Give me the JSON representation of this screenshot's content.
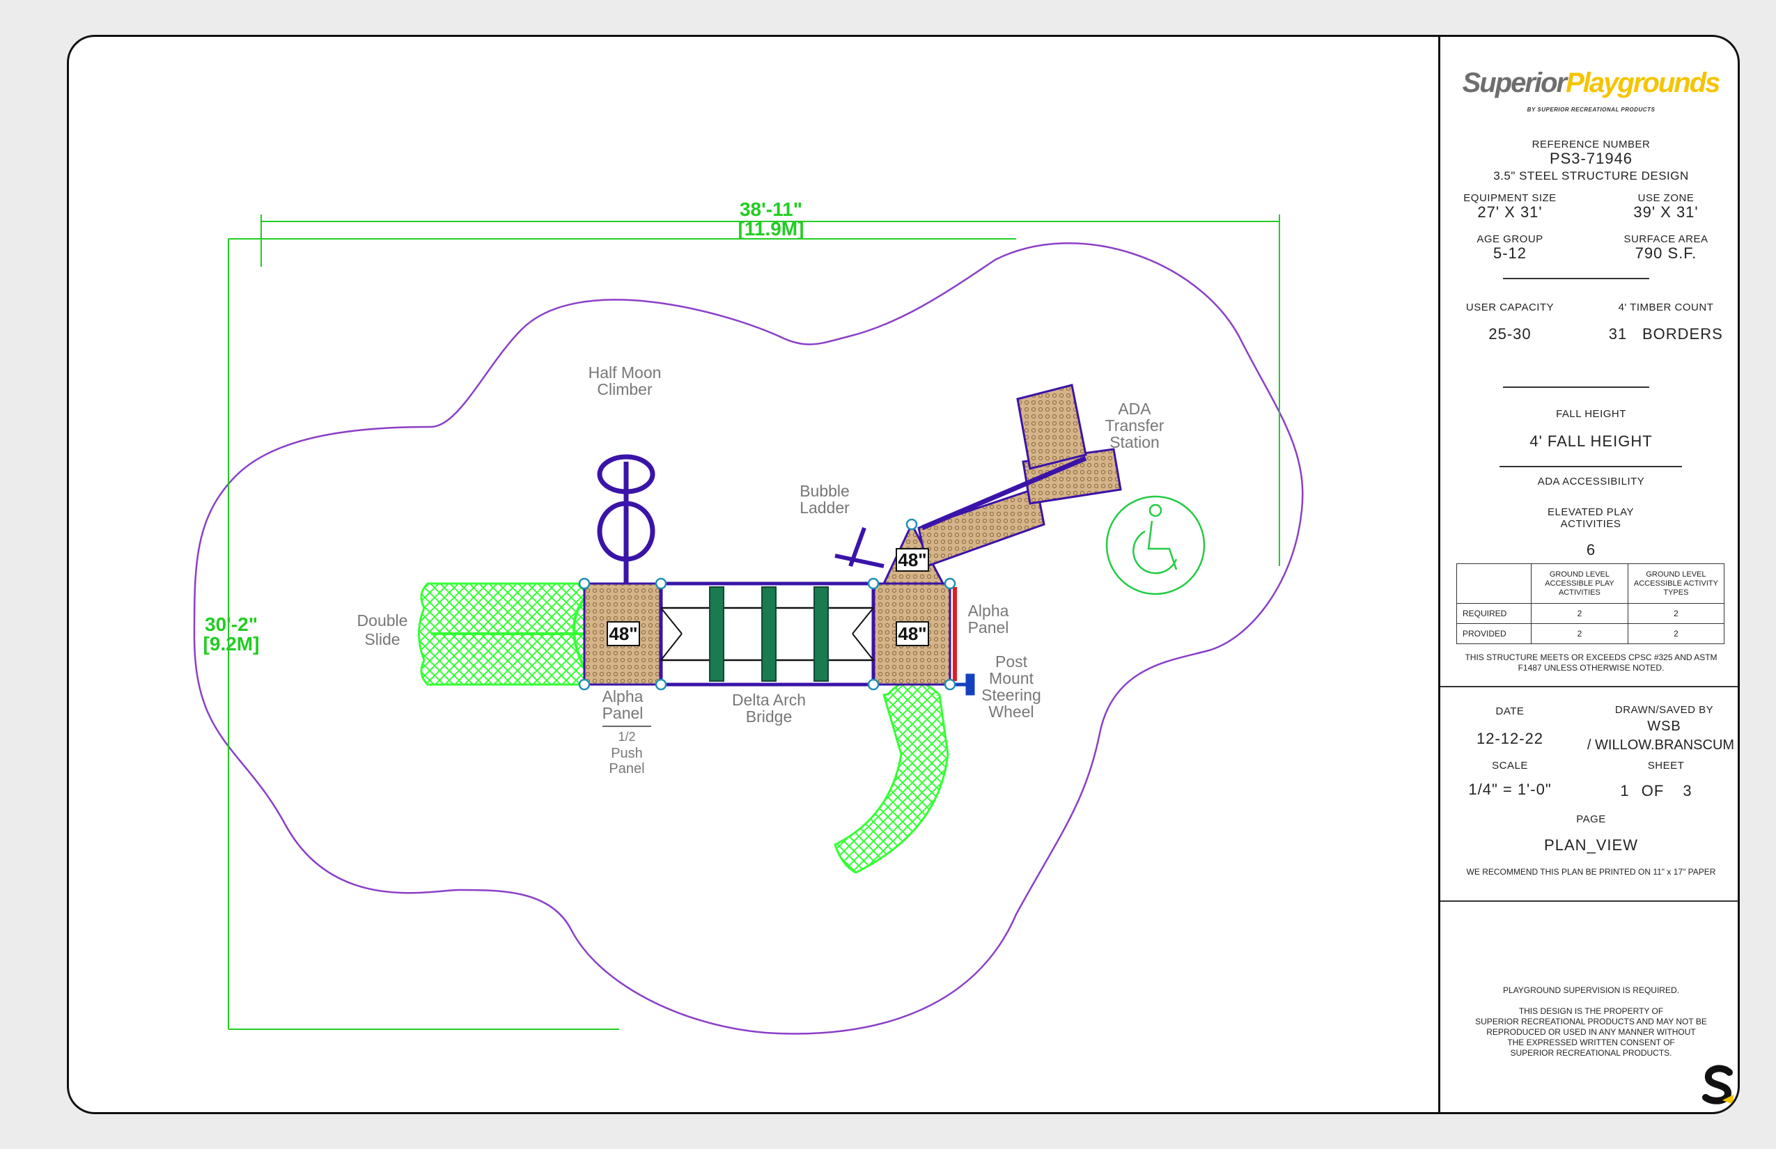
{
  "dimensions": {
    "width_ft": "38'-11\"",
    "width_m": "[11.9M]",
    "height_ft": "30'-2\"",
    "height_m": "[9.2M]"
  },
  "deck_labels": [
    "48\"",
    "48\"",
    "48\""
  ],
  "components": {
    "half_moon_climber": "Half Moon Climber",
    "bubble_ladder": "Bubble Ladder",
    "ada_transfer_station": "ADA Transfer Station",
    "double_slide": "Double Slide",
    "alpha_panel_left": "Alpha Panel",
    "push_panel_fraction": "1/2",
    "push_panel": "Push Panel",
    "delta_arch_bridge": "Delta Arch Bridge",
    "alpha_panel_right": "Alpha Panel",
    "post_mount_steering_wheel": "Post Mount Steering Wheel"
  },
  "title_block": {
    "logo_part1": "Superior",
    "logo_part2": "Playgrounds",
    "logo_sub": "BY SUPERIOR RECREATIONAL PRODUCTS",
    "reference_label": "REFERENCE NUMBER",
    "reference_number": "PS3-71946",
    "structure_design": "3.5\" STEEL STRUCTURE DESIGN",
    "equipment_size_label": "EQUIPMENT SIZE",
    "equipment_size": "27' X 31'",
    "use_zone_label": "USE ZONE",
    "use_zone": "39' X 31'",
    "age_group_label": "AGE GROUP",
    "age_group": "5-12",
    "surface_area_label": "SURFACE AREA",
    "surface_area": "790 S.F.",
    "user_capacity_label": "USER CAPACITY",
    "user_capacity": "25-30",
    "timber_count_label": "4' TIMBER COUNT",
    "timber_count": "31",
    "timber_unit": "BORDERS",
    "fall_height_label": "FALL HEIGHT",
    "fall_height": "4' FALL HEIGHT",
    "ada_accessibility": "ADA ACCESSIBILITY",
    "elevated_label": "ELEVATED PLAY ACTIVITIES",
    "elevated_count": "6",
    "table": {
      "col1": "GROUND LEVEL ACCESSIBLE PLAY ACTIVITIES",
      "col2": "GROUND LEVEL ACCESSIBLE ACTIVITY TYPES",
      "rows": [
        {
          "label": "REQUIRED",
          "a": "2",
          "b": "2"
        },
        {
          "label": "PROVIDED",
          "a": "2",
          "b": "2"
        }
      ]
    },
    "cpsc_note": "THIS STRUCTURE MEETS OR EXCEEDS CPSC #325 AND ASTM F1487 UNLESS OTHERWISE NOTED.",
    "date_label": "DATE",
    "date": "12-12-22",
    "drawn_label": "DRAWN/SAVED BY",
    "drawn_by": "WSB",
    "saved_by": "/ WILLOW.BRANSCUM",
    "scale_label": "SCALE",
    "scale": "1/4\" = 1'-0\"",
    "sheet_label": "SHEET",
    "sheet_num": "1",
    "sheet_of": "OF",
    "sheet_total": "3",
    "page_label": "PAGE",
    "page": "PLAN_VIEW",
    "print_note": "WE RECOMMEND THIS PLAN BE PRINTED ON 11\" x 17\" PAPER",
    "supervision": "PLAYGROUND SUPERVISION IS REQUIRED.",
    "property_1": "THIS DESIGN IS THE PROPERTY OF",
    "property_2": "SUPERIOR RECREATIONAL PRODUCTS AND MAY NOT BE",
    "property_3": "REPRODUCED OR USED IN ANY MANNER WITHOUT",
    "property_4": "THE EXPRESSED WRITTEN CONSENT OF",
    "property_5": "SUPERIOR RECREATIONAL PRODUCTS."
  },
  "colors": {
    "use_zone": "#8b3fc8",
    "dimension": "#22cc22",
    "structure": "#3a14a8",
    "slide": "#33ff33",
    "deck": "#d6b48a",
    "bridge": "#1a7a50",
    "ada_symbol": "#22cc44",
    "alpha_panel_red": "#e02020",
    "logo_gray": "#6e6e6e",
    "logo_yellow": "#f5c400"
  }
}
